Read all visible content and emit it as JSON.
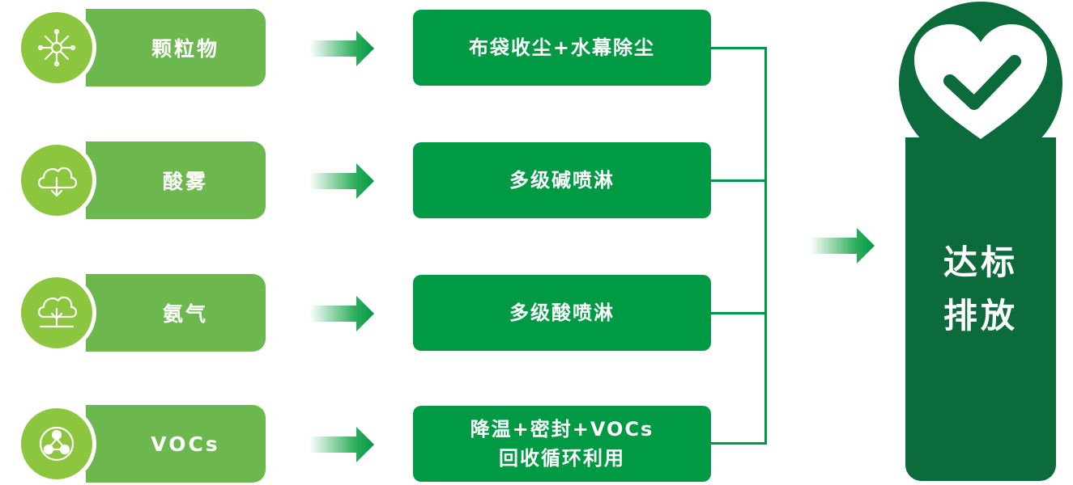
{
  "pollutants": [
    {
      "label": "颗粒物",
      "icon": "particle-icon"
    },
    {
      "label": "酸雾",
      "icon": "cloud-arrow-icon"
    },
    {
      "label": "氨气",
      "icon": "cloud-tree-icon"
    },
    {
      "label": "VOCs",
      "icon": "molecule-icon"
    }
  ],
  "processes": [
    {
      "line1": "布袋收尘+水幕除尘",
      "line2": ""
    },
    {
      "line1": "多级碱喷淋",
      "line2": ""
    },
    {
      "line1": "多级酸喷淋",
      "line2": ""
    },
    {
      "line1": "降温+密封+VOCs",
      "line2": "回收循环利用"
    }
  ],
  "result": {
    "line1": "达标",
    "line2": "排放",
    "icon": "heart-check-icon"
  },
  "colors": {
    "pill": "#6cb84f",
    "icon_circle": "#8cc63e",
    "process": "#009a44",
    "result": "#0b6b3a"
  }
}
